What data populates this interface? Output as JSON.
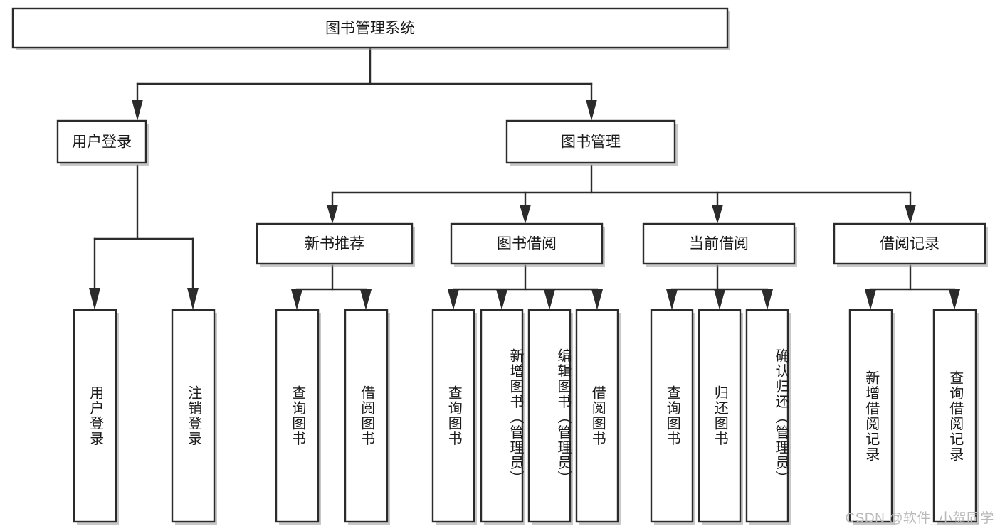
{
  "diagram": {
    "type": "tree-hierarchy",
    "title": "图书管理系统",
    "watermark": "CSDN @软件_小贺同学",
    "colors": {
      "stroke": "#2b2b2b",
      "fill": "#ffffff",
      "text": "#1a1a1a",
      "watermark": "#b9b9b9",
      "shadow": "#9a9a9a"
    },
    "root": {
      "label": "图书管理系统"
    },
    "level1": [
      {
        "label": "用户登录"
      },
      {
        "label": "图书管理"
      }
    ],
    "level2": [
      {
        "label": "新书推荐"
      },
      {
        "label": "图书借阅"
      },
      {
        "label": "当前借阅"
      },
      {
        "label": "借阅记录"
      }
    ],
    "leaves": {
      "user_login": [
        {
          "label": "用户登录"
        },
        {
          "label": "注销登录"
        }
      ],
      "new_book_recommend": [
        {
          "label": "查询图书"
        },
        {
          "label": "借阅图书"
        }
      ],
      "book_borrow": [
        {
          "label": "查询图书"
        },
        {
          "label": "新增图书（管理员）"
        },
        {
          "label": "编辑图书（管理员）"
        },
        {
          "label": "借阅图书"
        }
      ],
      "current_borrow": [
        {
          "label": "查询图书"
        },
        {
          "label": "归还图书"
        },
        {
          "label": "确认归还（管理员）"
        }
      ],
      "borrow_record": [
        {
          "label": "新增借阅记录"
        },
        {
          "label": "查询借阅记录"
        }
      ]
    }
  }
}
